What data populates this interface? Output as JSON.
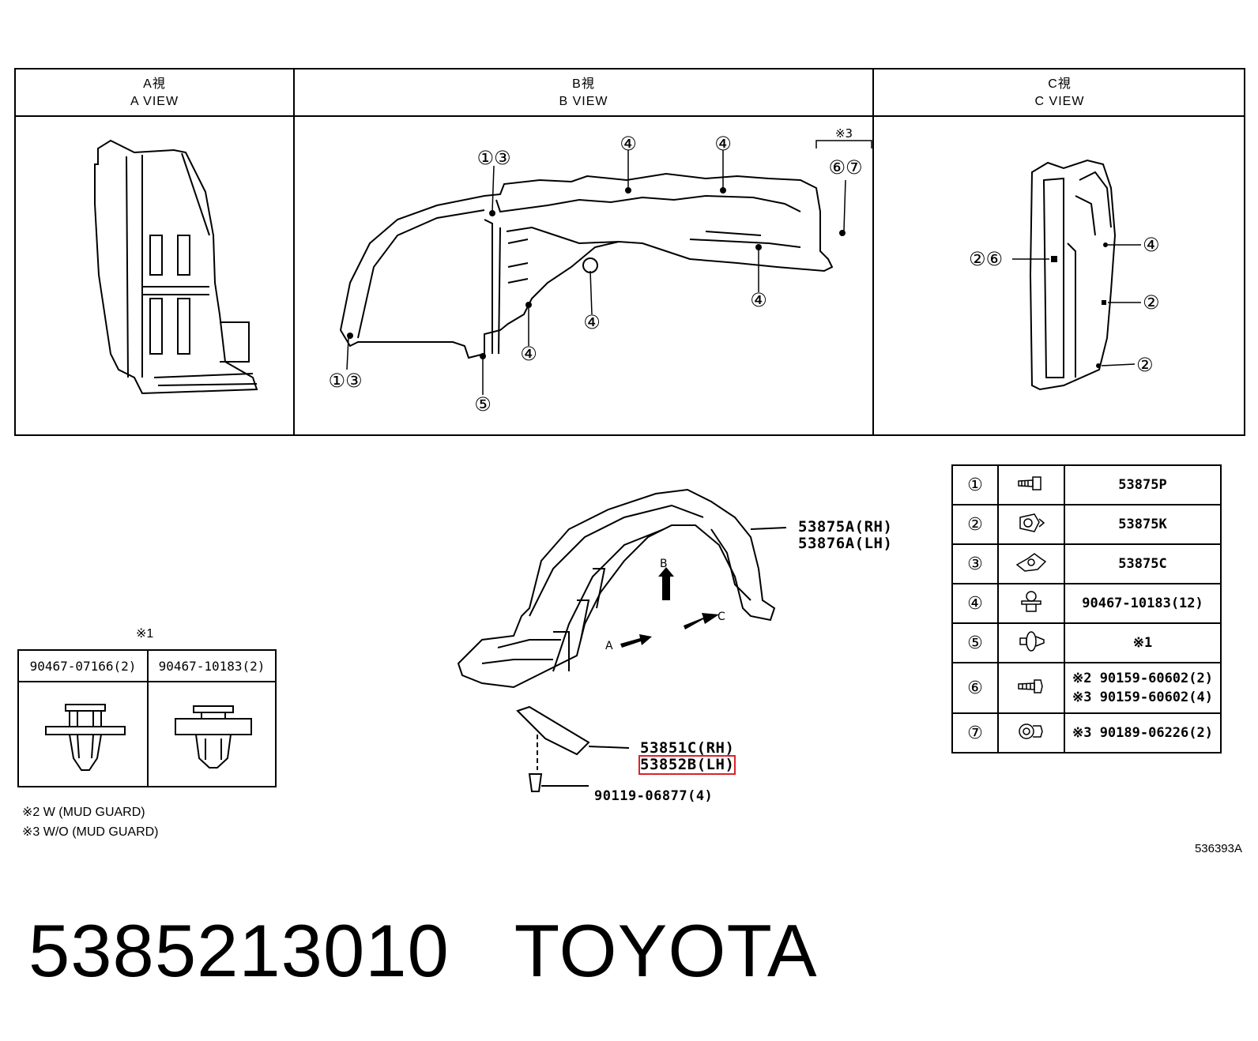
{
  "views": {
    "a": {
      "jp": "A視",
      "en": "A VIEW"
    },
    "b": {
      "jp": "B視",
      "en": "B VIEW"
    },
    "c": {
      "jp": "C視",
      "en": "C VIEW"
    }
  },
  "b_view_callouts": [
    "①③",
    "④",
    "④",
    "※3",
    "⑥⑦",
    "④",
    "④",
    "④",
    "④",
    "①③",
    "⑤"
  ],
  "c_view_callouts": [
    "②⑥",
    "④",
    "②",
    "②"
  ],
  "main_labels": {
    "liner_rh": "53875A(RH)",
    "liner_lh": "53876A(LH)",
    "seal_rh": "53851C(RH)",
    "seal_lh": "53852B(LH)",
    "screw": "90119-06877(4)",
    "arrow_a": "A",
    "arrow_b": "B",
    "arrow_c": "C"
  },
  "fastener_table": [
    {
      "num": "①",
      "icon": "screw-icon",
      "part": "53875P"
    },
    {
      "num": "②",
      "icon": "clip-nut-icon",
      "part": "53875K"
    },
    {
      "num": "③",
      "icon": "nut-clip-icon",
      "part": "53875C"
    },
    {
      "num": "④",
      "icon": "push-clip-icon",
      "part": "90467-10183(12)"
    },
    {
      "num": "⑤",
      "icon": "push-rivet-icon",
      "part": "※1"
    },
    {
      "num": "⑥",
      "icon": "bolt-icon",
      "part": "※2 90159-60602(2)",
      "part2": "※3 90159-60602(4)"
    },
    {
      "num": "⑦",
      "icon": "grommet-icon",
      "part": "※3 90189-06226(2)"
    }
  ],
  "clip_box": {
    "mark": "※1",
    "col1": "90467-07166(2)",
    "col2": "90467-10183(2)"
  },
  "notes": [
    "※2  W (MUD GUARD)",
    "※3  W/O (MUD GUARD)"
  ],
  "figure_id": "536393A",
  "part_number": "5385213010",
  "brand": "TOYOTA"
}
